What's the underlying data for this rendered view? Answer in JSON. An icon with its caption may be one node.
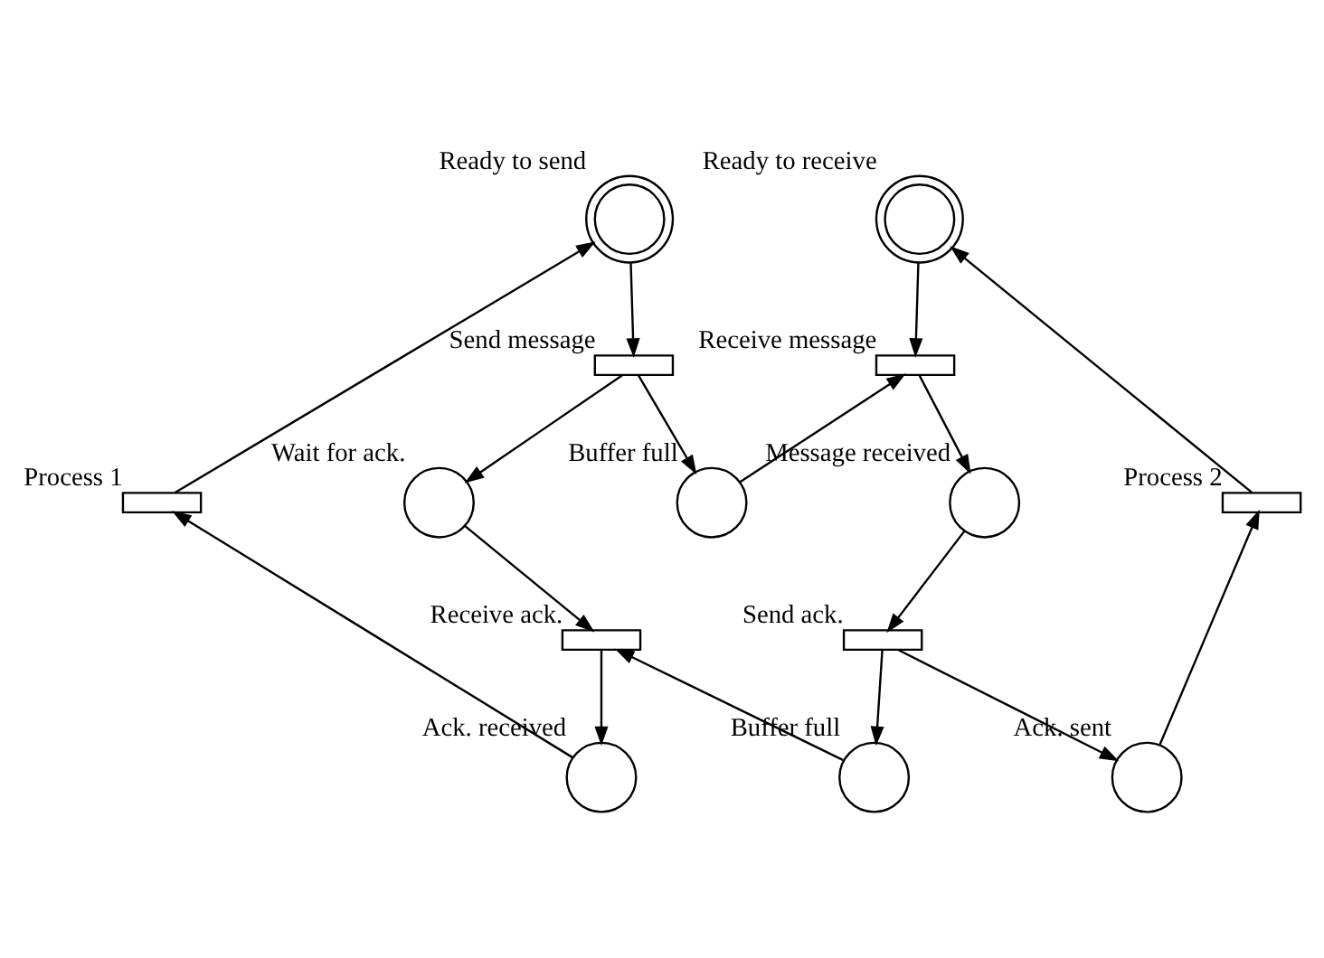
{
  "diagram": {
    "nodes": [
      {
        "text": [
          "Ready to send"
        ]
      },
      {
        "text": [
          "Send message"
        ]
      },
      {
        "text": [
          "Wait for ack."
        ]
      },
      {
        "text": [
          "Receive ack."
        ]
      },
      {
        "text": [
          "Ack. received"
        ]
      },
      {
        "text": [
          "Process 1"
        ]
      },
      {
        "text": [
          "Buffer full"
        ]
      },
      {
        "text": [
          "Buffer full"
        ]
      },
      {
        "text": [
          "Ready to receive"
        ]
      },
      {
        "text": [
          "Receive message"
        ]
      },
      {
        "text": [
          "Message received"
        ]
      },
      {
        "text": [
          "Send ack."
        ]
      },
      {
        "text": [
          "Ack. sent"
        ]
      },
      {
        "text": [
          "Process 2"
        ]
      }
    ],
    "edges": [
      {
        "from": 0,
        "to": 1,
        "arrow": "to"
      },
      {
        "from": 1,
        "to": 2,
        "arrow": "to"
      },
      {
        "from": 2,
        "to": 3,
        "arrow": "to"
      },
      {
        "from": 3,
        "to": 4,
        "arrow": "to"
      },
      {
        "from": 4,
        "to": 5,
        "arrow": "to"
      },
      {
        "from": 5,
        "to": 0,
        "arrow": "to"
      },
      {
        "from": 1,
        "to": 6,
        "arrow": "to"
      },
      {
        "from": 6,
        "to": 9,
        "arrow": "to"
      },
      {
        "from": 8,
        "to": 9,
        "arrow": "to"
      },
      {
        "from": 9,
        "to": 10,
        "arrow": "to"
      },
      {
        "from": 10,
        "to": 11,
        "arrow": "to"
      },
      {
        "from": 11,
        "to": 12,
        "arrow": "to"
      },
      {
        "from": 12,
        "to": 13,
        "arrow": "to"
      },
      {
        "from": 13,
        "to": 8,
        "arrow": "to"
      },
      {
        "from": 11,
        "to": 7,
        "arrow": "to"
      },
      {
        "from": 7,
        "to": 3,
        "arrow": "to"
      }
    ]
  }
}
